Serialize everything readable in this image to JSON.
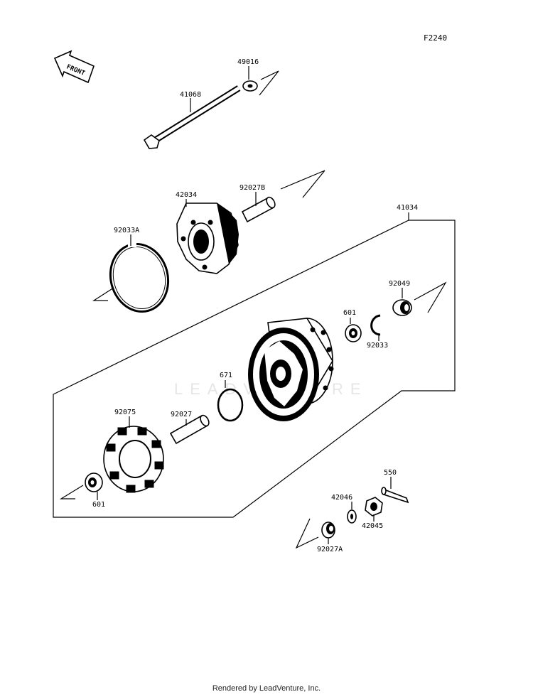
{
  "diagram_code": "F2240",
  "front_label": "FRONT",
  "watermark": "LEADVENTURE",
  "footer": "Rendered by LeadVenture, Inc.",
  "parts": {
    "p49016": "49016",
    "p41068": "41068",
    "p42034": "42034",
    "p92027b": "92027B",
    "p41034": "41034",
    "p92033a": "92033A",
    "p92049": "92049",
    "p601a": "601",
    "p92033": "92033",
    "p671": "671",
    "p92075": "92075",
    "p92027": "92027",
    "p601b": "601",
    "p550": "550",
    "p42046": "42046",
    "p42045": "42045",
    "p92027a": "92027A"
  }
}
